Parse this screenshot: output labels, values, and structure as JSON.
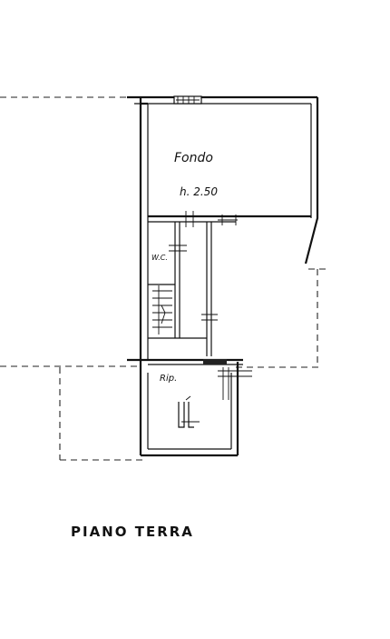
{
  "rooms": {
    "fondo_label": "Fondo",
    "fondo_height": "h. 2.50",
    "wc_label": "W.C.",
    "rip_label": "Rip."
  },
  "floor_title": "PIANO TERRA"
}
